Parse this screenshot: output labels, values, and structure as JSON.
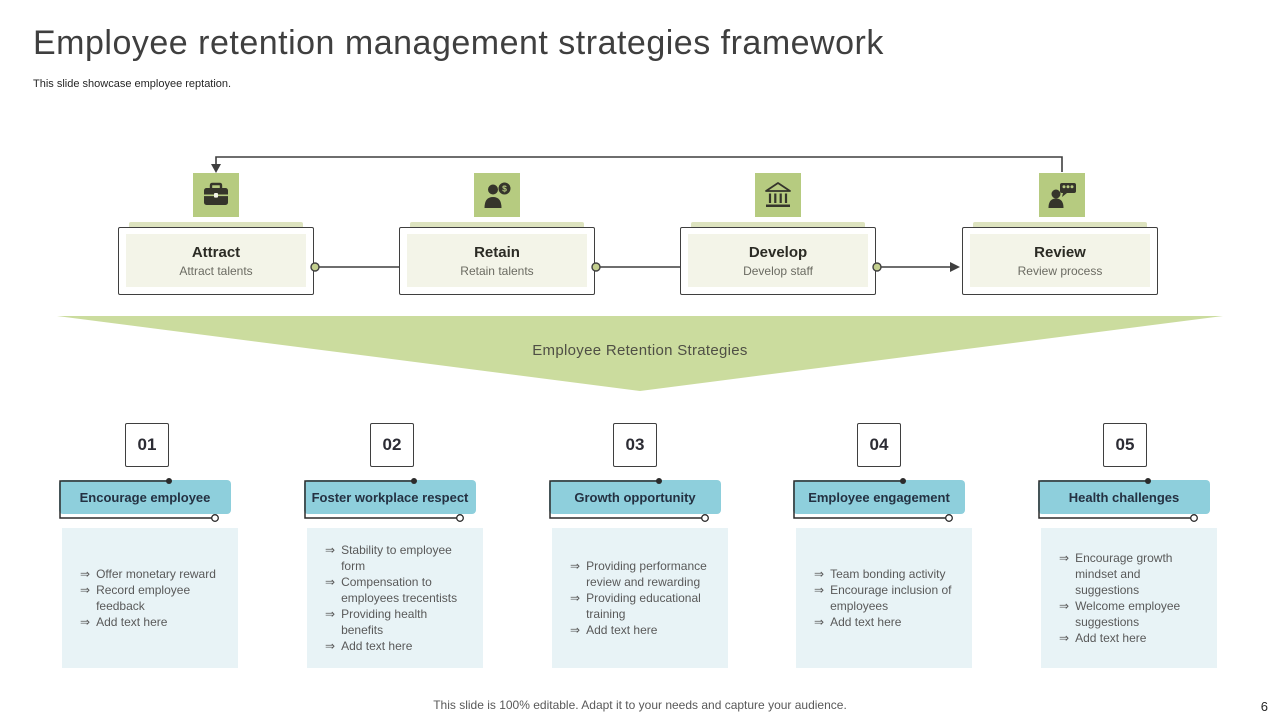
{
  "slide": {
    "title": "Employee retention management strategies framework",
    "subtitle": "This slide showcase employee reptation.",
    "footer": "This slide is 100% editable. Adapt it to your needs and capture your audience.",
    "page_number": "6"
  },
  "flow": {
    "funnel_label": "Employee Retention Strategies",
    "stages": [
      {
        "title": "Attract",
        "subtitle": "Attract talents",
        "icon": "briefcase-icon"
      },
      {
        "title": "Retain",
        "subtitle": "Retain talents",
        "icon": "person-dollar-icon"
      },
      {
        "title": "Develop",
        "subtitle": "Develop staff",
        "icon": "bank-icon"
      },
      {
        "title": "Review",
        "subtitle": "Review process",
        "icon": "person-feedback-icon"
      }
    ]
  },
  "bullet_glyph": "⇒",
  "strategies": [
    {
      "number": "01",
      "header": "Encourage employee",
      "items": [
        "Offer monetary reward",
        "Record employee feedback",
        "Add text here"
      ]
    },
    {
      "number": "02",
      "header": "Foster workplace respect",
      "items": [
        "Stability to employee form",
        "Compensation to employees trecentists",
        "Providing health benefits",
        "Add text here"
      ]
    },
    {
      "number": "03",
      "header": "Growth opportunity",
      "items": [
        "Providing performance review and rewarding",
        "Providing educational training",
        "Add text here"
      ]
    },
    {
      "number": "04",
      "header": "Employee engagement",
      "items": [
        "Team bonding activity",
        "Encourage inclusion of employees",
        "Add text here"
      ]
    },
    {
      "number": "05",
      "header": "Health challenges",
      "items": [
        "Encourage growth mindset and suggestions",
        "Welcome employee suggestions",
        "Add text here"
      ]
    }
  ],
  "colors": {
    "icon_square_green": "#b6cb80",
    "stage_strip_olive": "#dde3bf",
    "stage_inner_cream": "#f3f4e8",
    "funnel_green": "#cbdc9e",
    "header_teal": "#8ecfdc",
    "content_blue": "#e8f3f6",
    "line_dark": "#3f3f3f"
  }
}
